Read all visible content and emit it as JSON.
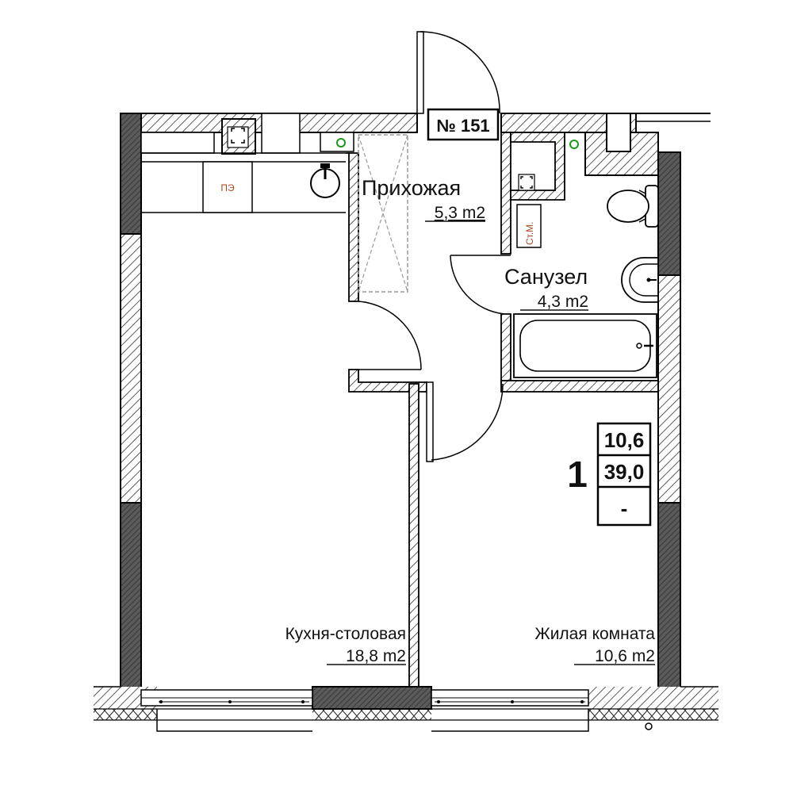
{
  "apartment": {
    "number_label": "№ 151",
    "rooms_count": "1",
    "summary": {
      "living_area": "10,6",
      "total_area": "39,0",
      "balcony_area": "-"
    }
  },
  "rooms": {
    "hallway": {
      "name": "Прихожая",
      "area": "5,3 m2"
    },
    "bathroom": {
      "name": "Санузел",
      "area": "4,3 m2"
    },
    "kitchen": {
      "name": "Кухня-столовая",
      "area": "18,8 m2"
    },
    "living": {
      "name": "Жилая комната",
      "area": "10,6 m2"
    }
  },
  "fixtures": {
    "electric_panel_label": "ПЭ",
    "riser_label": "Ст.М."
  },
  "colors": {
    "line": "#000000",
    "hatch": "#333333",
    "concrete": "#555555",
    "dashed_door": "#9a9a9a",
    "pipe": "#1a9a1a",
    "fixture_text": "#b0451b"
  },
  "icons": {
    "hatched_wall": "hatched-wall",
    "concrete_wall": "concrete-wall",
    "door_swing": "door-swing-arc",
    "toilet": "toilet-icon",
    "sink": "sink-icon",
    "bathtub": "bathtub-icon",
    "ventilation_shaft": "ventilation-shaft-icon",
    "pipe": "pipe-riser-icon"
  }
}
